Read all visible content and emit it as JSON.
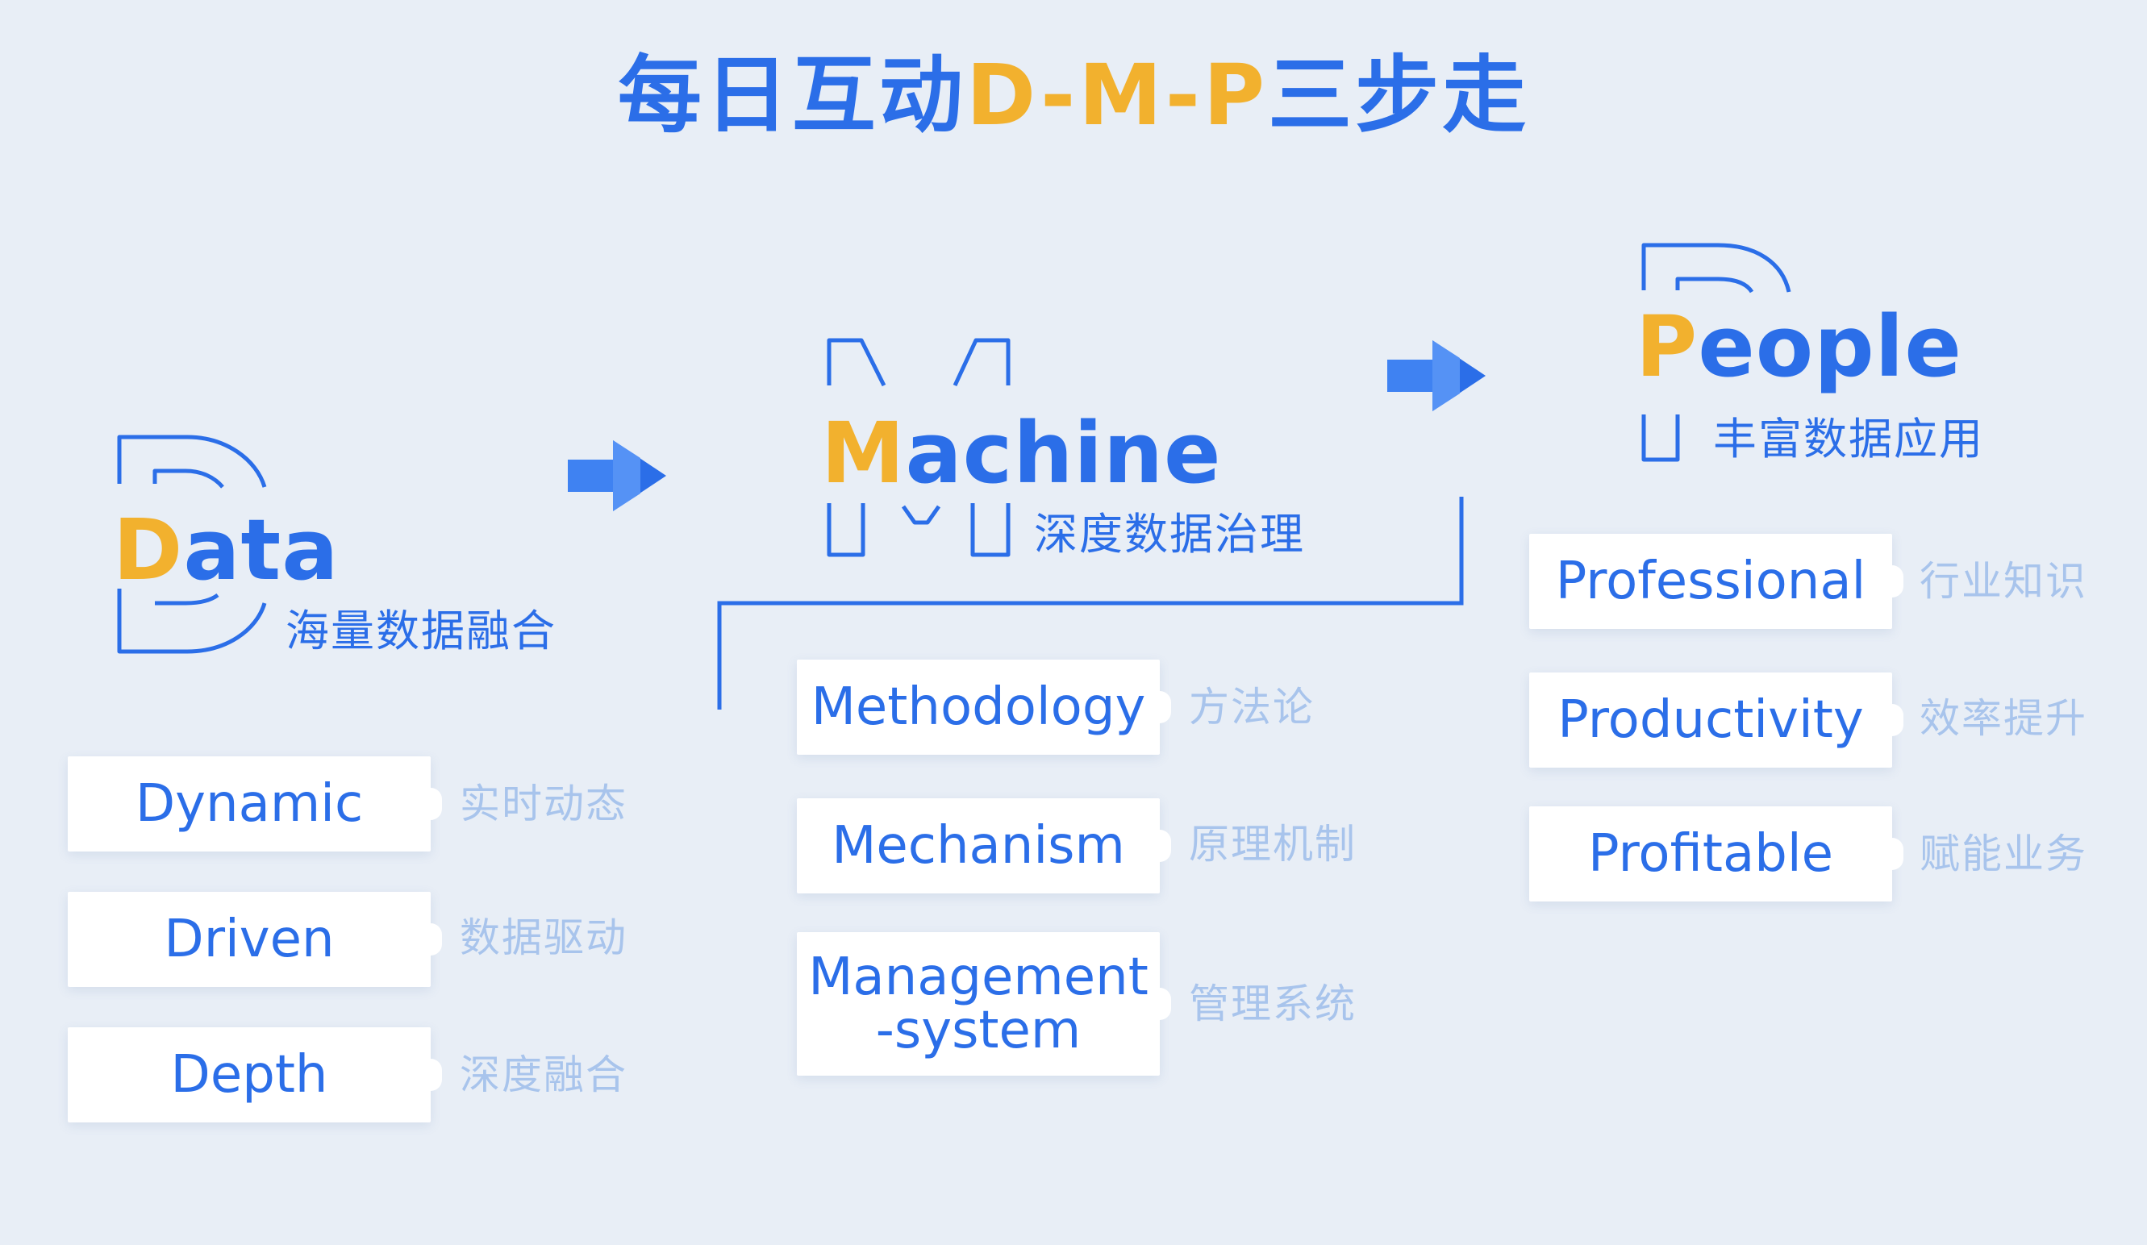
{
  "title": {
    "prefix": "每日互动",
    "accent": "D-M-P",
    "suffix": "三步走"
  },
  "colors": {
    "primary_blue": "#2b6ee8",
    "accent_yellow": "#f2b12e",
    "note_light_blue": "#a8c4ec",
    "background": "#e8eef6"
  },
  "stages": [
    {
      "initial": "D",
      "rest": "ata",
      "subtitle": "海量数据融合",
      "icon": "letter-d-outline-icon",
      "items": [
        {
          "label": "Dynamic",
          "note": "实时动态"
        },
        {
          "label": "Driven",
          "note": "数据驱动"
        },
        {
          "label": "Depth",
          "note": "深度融合"
        }
      ]
    },
    {
      "initial": "M",
      "rest": "achine",
      "subtitle": "深度数据治理",
      "icon": "letter-m-outline-icon",
      "items": [
        {
          "label": "Methodology",
          "note": "方法论"
        },
        {
          "label": "Mechanism",
          "note": "原理机制"
        },
        {
          "label_lines": [
            "Management",
            "-system"
          ],
          "note": "管理系统"
        }
      ]
    },
    {
      "initial": "P",
      "rest": "eople",
      "subtitle": "丰富数据应用",
      "icon": "letter-p-outline-icon",
      "items": [
        {
          "label": "Professional",
          "note": "行业知识"
        },
        {
          "label": "Productivity",
          "note": "效率提升"
        },
        {
          "label": "Profitable",
          "note": "赋能业务"
        }
      ]
    }
  ],
  "arrows": [
    "arrow-right-icon",
    "arrow-right-icon"
  ]
}
